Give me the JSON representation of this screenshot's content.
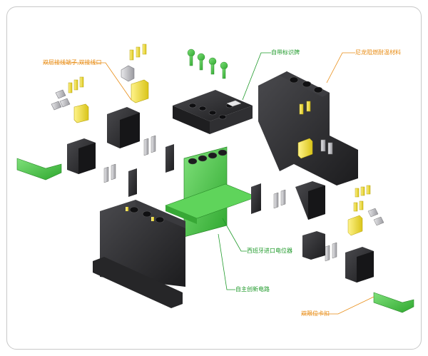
{
  "labels": {
    "double_terminal": "双层接线端子,双接线口",
    "self_marking": "自带标识牌",
    "nylon_material": "尼龙阻燃耐温材料",
    "spanish_pot": "西班牙进口电位器",
    "own_circuit": "自主创新电路",
    "dual_clip": "双限位卡扣"
  },
  "colors": {
    "green_label": "#1f9a2a",
    "orange_label": "#e88b12",
    "part_green": "#4cc84a",
    "part_dark": "#2b2b2d",
    "part_yellow": "#f1e33a"
  }
}
